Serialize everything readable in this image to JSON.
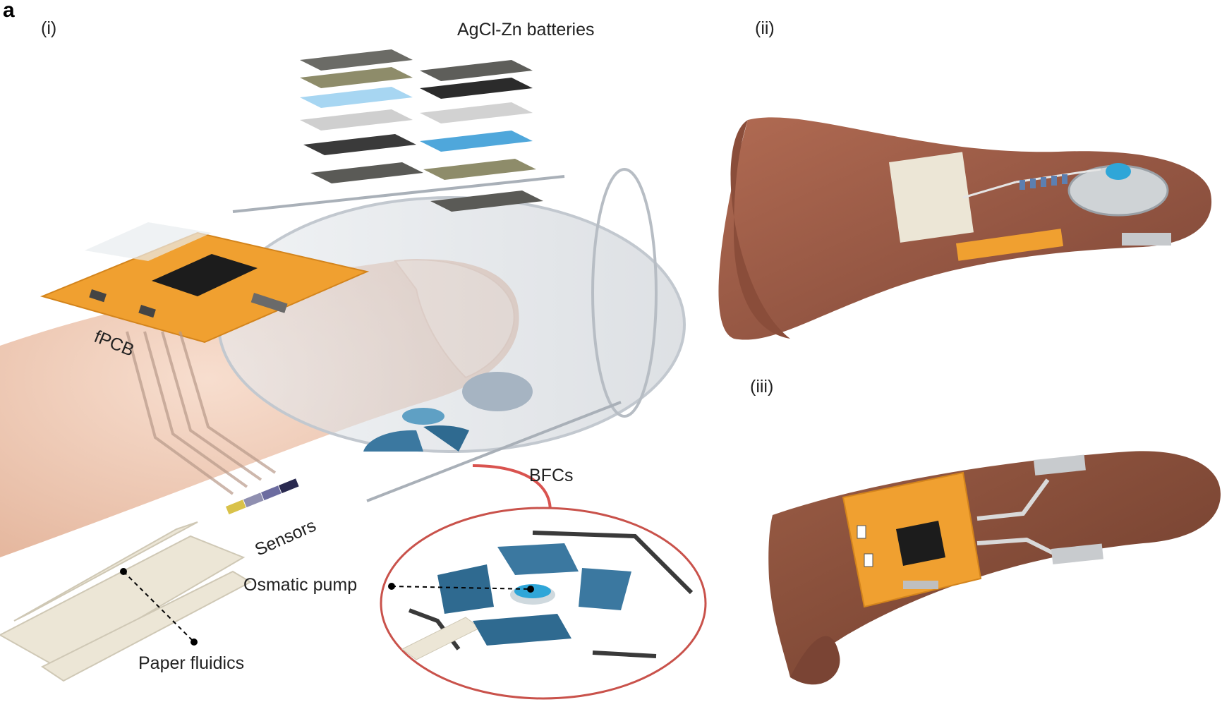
{
  "figure": {
    "panel_letter": "a",
    "panels": [
      {
        "tag": "(i)"
      },
      {
        "tag": "(ii)"
      },
      {
        "tag": "(iii)"
      }
    ],
    "labels": {
      "batteries": "AgCl-Zn batteries",
      "fpcb": "fPCB",
      "bfcs": "BFCs",
      "sensors": "Sensors",
      "osmatic_pump": "Osmatic pump",
      "paper_fluidics": "Paper fluidics"
    }
  },
  "colors": {
    "skin_light": "#f1cdb7",
    "skin_dark": "#9a5a45",
    "pcb_orange": "#f0a030",
    "chip_black": "#1c1c1c",
    "bfc_blue": "#3b78a0",
    "pump_blue": "#2fa6d8",
    "callout_red": "#d9534f",
    "battery_green": "#8a8a6a",
    "battery_dark": "#4a4a4a"
  }
}
